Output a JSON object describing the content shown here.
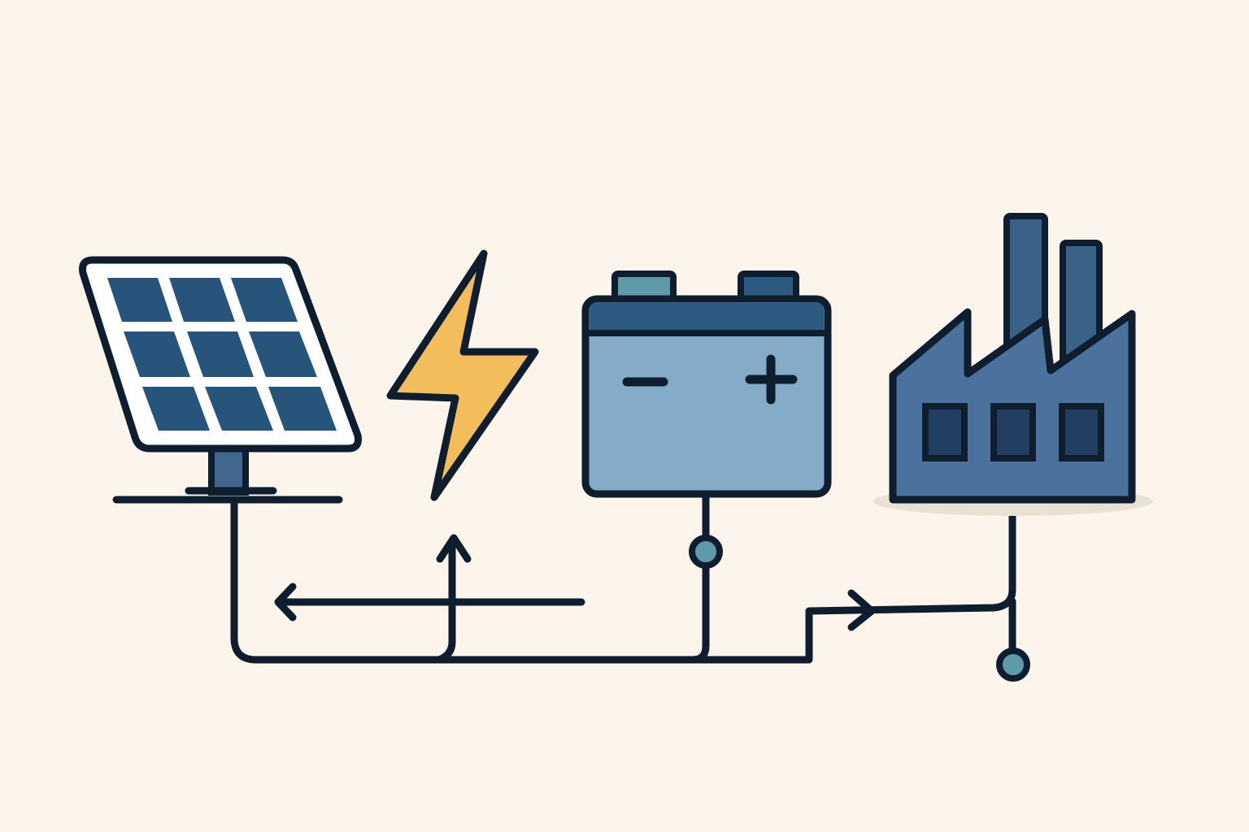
{
  "diagram": {
    "nodes": [
      {
        "id": "solar-panel",
        "icon": "solar-panel-icon"
      },
      {
        "id": "lightning",
        "icon": "lightning-bolt-icon"
      },
      {
        "id": "battery",
        "icon": "battery-icon"
      },
      {
        "id": "factory",
        "icon": "factory-icon"
      }
    ],
    "connections": [
      {
        "from": "battery",
        "to": "solar-panel",
        "arrow": "left"
      },
      {
        "from": "bus",
        "to": "lightning",
        "arrow": "up"
      },
      {
        "from": "bus",
        "to": "factory",
        "arrow": "right"
      }
    ],
    "battery_terminals": {
      "negative": "−",
      "positive": "+"
    }
  },
  "colors": {
    "background": "#fdf5ec",
    "outline": "#0f1e2e",
    "panel_cell": "#26547a",
    "panel_mast": "#41678e",
    "bolt": "#f3bd5b",
    "battery_body": "#84acc8",
    "battery_band": "#2d5a80",
    "battery_terminal_left": "#5f9aab",
    "battery_terminal_right": "#2d5a80",
    "factory": "#4a729c",
    "factory_chimney": "#3a6186",
    "factory_window": "#223f63",
    "node_dot": "#5f9aab",
    "ground_shadow": "#ebe1d2"
  }
}
